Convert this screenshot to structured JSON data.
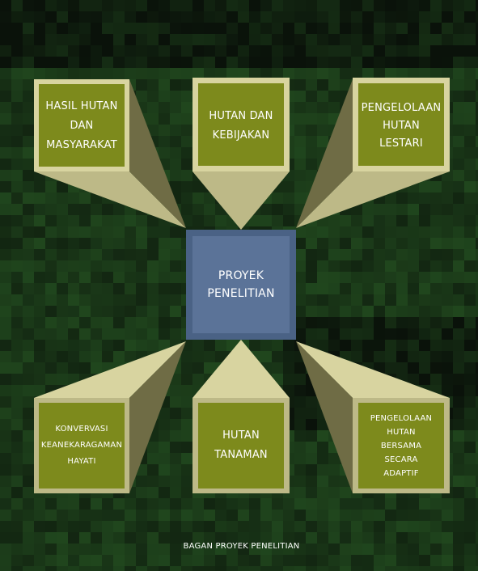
{
  "diagram": {
    "title": "BAGAN PROYEK PENELITIAN",
    "center": "PROYEK\nPENELITIAN",
    "nodes": {
      "top_left": "HASIL HUTAN\nDAN\nMASYARAKAT",
      "top_center": "HUTAN DAN\nKEBIJAKAN",
      "top_right": "PENGELOLAAN\nHUTAN\nLESTARI",
      "bottom_left": "KONVERVASI\nKEANEKARAGAMAN\nHAYATI",
      "bottom_center": "HUTAN\nTANAMAN",
      "bottom_right": "PENGELOLAAN\nHUTAN\nBERSAMA\nSECARA\nADAPTIF"
    }
  },
  "colors": {
    "box_face": "#7d8a1c",
    "box_rim_light": "#d8d4a0",
    "box_rim_mid": "#bdb987",
    "box_rim_dark": "#6f6c45",
    "center_face": "#5b7398",
    "center_rim": "#4a6285",
    "text": "#ffffff"
  }
}
